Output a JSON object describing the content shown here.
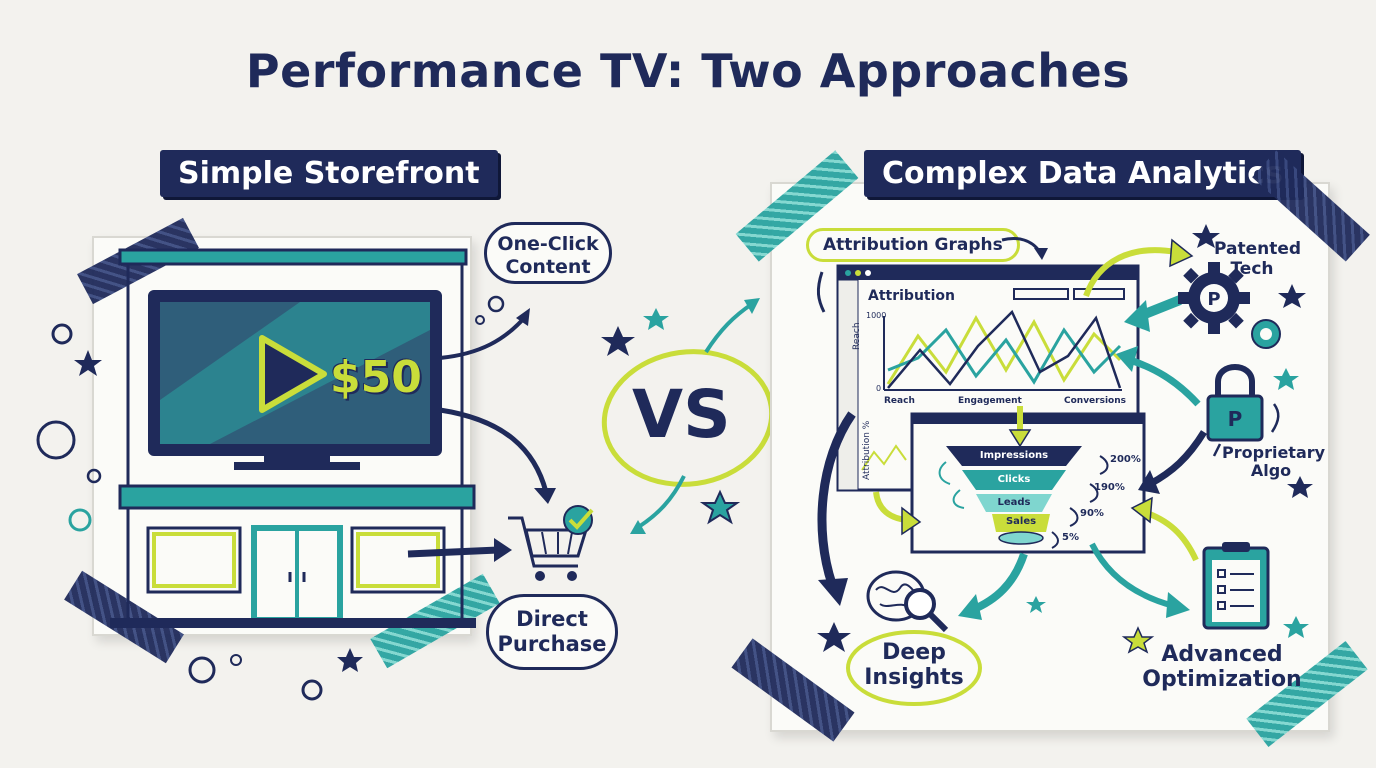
{
  "title": "Performance TV: Two Approaches",
  "vs_label": "VS",
  "left": {
    "banner": "Simple Storefront",
    "price": "$50",
    "one_click": [
      "One-Click",
      "Content"
    ],
    "direct_purchase": [
      "Direct",
      "Purchase"
    ]
  },
  "right": {
    "banner": "Complex Data Analytics",
    "attribution_graphs": "Attribution Graphs",
    "window_title": "Attribution",
    "y_axis_label": "Reach",
    "y_tick_top": "1000",
    "y_tick_bottom": "0",
    "x_labels": [
      "Reach",
      "Engagement",
      "Conversions"
    ],
    "sub_axis_label": "Attribution %",
    "funnel": [
      {
        "label": "Impressions",
        "pct": "200%"
      },
      {
        "label": "Clicks",
        "pct": "190%"
      },
      {
        "label": "Leads",
        "pct": "90%"
      },
      {
        "label": "Sales",
        "pct": "5%"
      }
    ],
    "patented_tech": [
      "Patented",
      "Tech"
    ],
    "proprietary_algo": [
      "Proprietary",
      "Algo"
    ],
    "deep_insights": [
      "Deep",
      "Insights"
    ],
    "advanced_optimization": [
      "Advanced",
      "Optimization"
    ]
  },
  "colors": {
    "navy": "#1f2a5a",
    "teal": "#2aa3a0",
    "lime": "#c9dd3a",
    "paper": "#f3f2ee"
  },
  "icons": [
    "play-icon",
    "cart-icon",
    "check-icon",
    "gear-icon",
    "lock-icon",
    "brain-icon",
    "magnifier-icon",
    "clipboard-icon",
    "star-icon"
  ]
}
